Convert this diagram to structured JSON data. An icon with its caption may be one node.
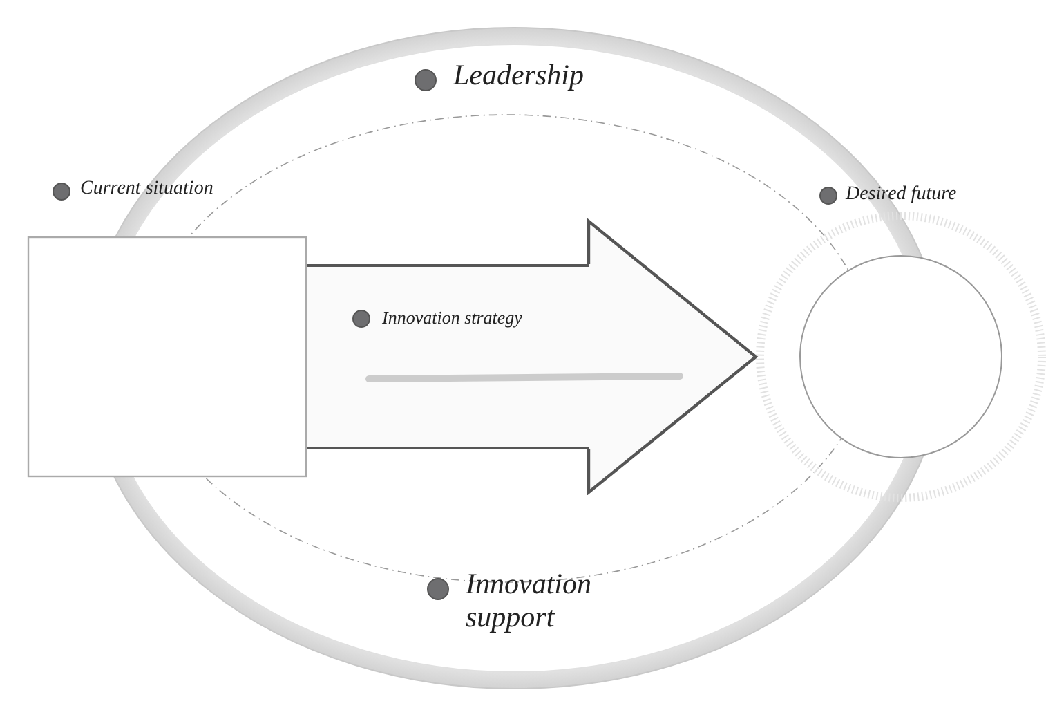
{
  "diagram": {
    "nodes": [
      {
        "text": [
          "Current situation"
        ]
      },
      {
        "text": [
          "Desired future"
        ]
      }
    ],
    "edges": [
      {
        "from": 0,
        "to": 1,
        "arrow": "to",
        "label": "Innovation strategy"
      }
    ],
    "labels": [
      "Leadership",
      "Innovation support"
    ]
  }
}
